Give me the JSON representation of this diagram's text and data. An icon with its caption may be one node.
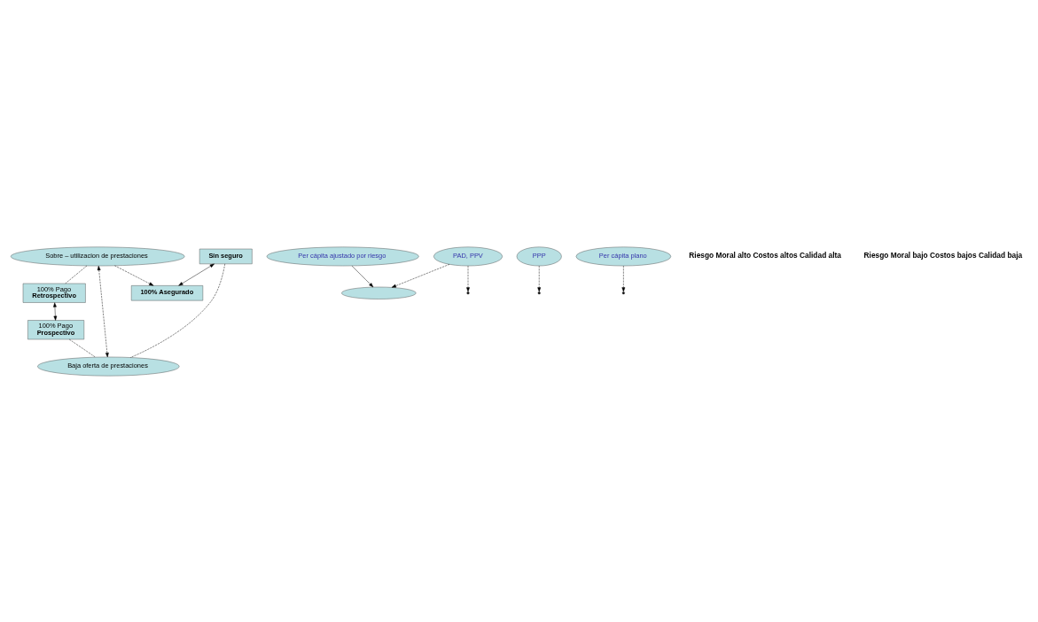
{
  "diagram": {
    "nodes": [
      {
        "text": [
          "Sobre – utilizacion de prestaciones"
        ]
      },
      {
        "text": [
          "100% Pago",
          "Retrospectivo"
        ]
      },
      {
        "text": [
          "100% Asegurado"
        ]
      },
      {
        "text": [
          "Per cápita ajustado por riesgo"
        ]
      },
      {
        "text": [
          "PAD, PPV"
        ]
      },
      {
        "text": [],
        "shape": "ellipse"
      },
      {
        "text": [
          "PPP"
        ]
      },
      {
        "text": [
          "Per cápita plano"
        ]
      },
      {
        "text": [
          "Sin seguro"
        ]
      },
      {
        "text": [
          "100% Pago",
          "Prospectivo"
        ]
      },
      {
        "text": [
          "Baja oferta de prestaciones"
        ]
      }
    ],
    "edges": [
      {
        "from": 1,
        "to": 9,
        "arrow": "both"
      },
      {
        "from": 8,
        "to": 2,
        "arrow": "both"
      },
      {
        "from": 0,
        "to": 10,
        "arrow": "both",
        "style": "dashed"
      },
      {
        "from": 0,
        "to": 1,
        "arrow": "none",
        "style": "dashed"
      },
      {
        "from": 0,
        "to": 2,
        "arrow": "to",
        "style": "dashed"
      },
      {
        "from": 8,
        "to": 10,
        "arrow": "none",
        "style": "dashed"
      },
      {
        "from": 9,
        "to": 10,
        "arrow": "none",
        "style": "dashed"
      },
      {
        "from": 3,
        "to": 5,
        "arrow": "to"
      },
      {
        "from": 4,
        "to": null,
        "arrow": "to",
        "style": "dashed"
      },
      {
        "from": 4,
        "to": 5,
        "arrow": "to",
        "style": "dashed"
      },
      {
        "from": 6,
        "to": null,
        "arrow": "to",
        "style": "dashed"
      },
      {
        "from": 7,
        "to": null,
        "arrow": "to",
        "style": "dashed"
      }
    ],
    "labels": [
      "Riesgo Moral alto Costos altos Calidad alta",
      "Riesgo Moral bajo Costos bajos Calidad baja"
    ]
  }
}
